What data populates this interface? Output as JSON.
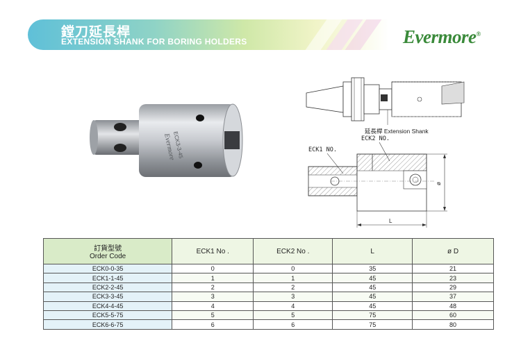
{
  "header": {
    "title_zh": "鏜刀延長桿",
    "title_en": "EXTENSION SHANK FOR BORING HOLDERS",
    "logo": "Evermore",
    "logo_mark": "®"
  },
  "photo": {
    "engraving_brand": "Evermore",
    "engraving_model": "ECK3-3-45"
  },
  "drawing": {
    "extension_label_zh": "延長桿",
    "extension_label_en": "Extension Shank",
    "eck1_label": "ECK1 NO.",
    "eck2_label": "ECK2 NO.",
    "dim_length": "L",
    "dim_diameter": "ø"
  },
  "table": {
    "headers": {
      "order_code_zh": "訂貨型號",
      "order_code_en": "Order Code",
      "eck1": "ECK1 No .",
      "eck2": "ECK2 No .",
      "length": "L",
      "diameter": "ø D"
    },
    "rows": [
      {
        "code": "ECK0-0-35",
        "eck1": "0",
        "eck2": "0",
        "L": "35",
        "D": "21"
      },
      {
        "code": "ECK1-1-45",
        "eck1": "1",
        "eck2": "1",
        "L": "45",
        "D": "23"
      },
      {
        "code": "ECK2-2-45",
        "eck1": "2",
        "eck2": "2",
        "L": "45",
        "D": "29"
      },
      {
        "code": "ECK3-3-45",
        "eck1": "3",
        "eck2": "3",
        "L": "45",
        "D": "37"
      },
      {
        "code": "ECK4-4-45",
        "eck1": "4",
        "eck2": "4",
        "L": "45",
        "D": "48"
      },
      {
        "code": "ECK5-5-75",
        "eck1": "5",
        "eck2": "5",
        "L": "75",
        "D": "60"
      },
      {
        "code": "ECK6-6-75",
        "eck1": "6",
        "eck2": "6",
        "L": "75",
        "D": "80"
      }
    ]
  },
  "colors": {
    "banner_start": "#5fc0d8",
    "banner_mid": "#cfe8a8",
    "logo_green": "#3a8a3a",
    "header_green": "#d9ebc8",
    "code_blue": "#e4f2f8"
  }
}
